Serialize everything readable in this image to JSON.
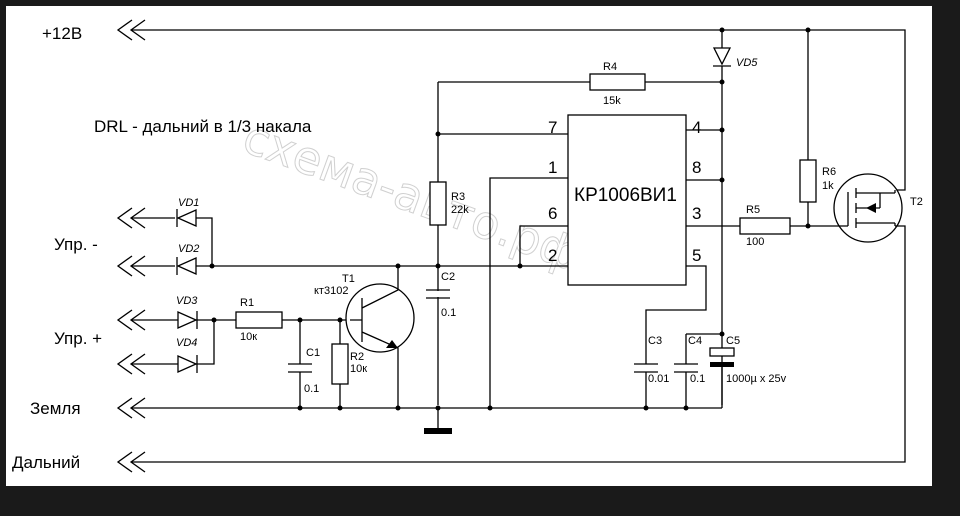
{
  "title": "DRL - дальний в 1/3 накала",
  "watermark": "схема-авто.рф",
  "terminals": {
    "plus12": "+12В",
    "upr_minus": "Упр. -",
    "upr_plus": "Упр. +",
    "ground": "Земля",
    "high_beam": "Дальний"
  },
  "chip": {
    "name": "КР1006ВИ1",
    "pins": {
      "p1": "1",
      "p2": "2",
      "p3": "3",
      "p4": "4",
      "p5": "5",
      "p6": "6",
      "p7": "7",
      "p8": "8"
    }
  },
  "components": {
    "vd1": "VD1",
    "vd2": "VD2",
    "vd3": "VD3",
    "vd4": "VD4",
    "vd5": "VD5",
    "r1": "R1",
    "r1_val": "10к",
    "r2": "R2",
    "r2_val": "10к",
    "r3": "R3",
    "r3_val": "22k",
    "r4": "R4",
    "r4_val": "15k",
    "r5": "R5",
    "r5_val": "100",
    "r6": "R6",
    "r6_val": "1k",
    "c1": "C1",
    "c1_val": "0.1",
    "c2": "C2",
    "c2_val": "0.1",
    "c3": "C3",
    "c3_val": "0.01",
    "c4": "C4",
    "c4_val": "0.1",
    "c5": "C5",
    "c5_val": "1000µ x 25v",
    "t1": "T1",
    "t1_type": "кт3102",
    "t2": "T2"
  }
}
